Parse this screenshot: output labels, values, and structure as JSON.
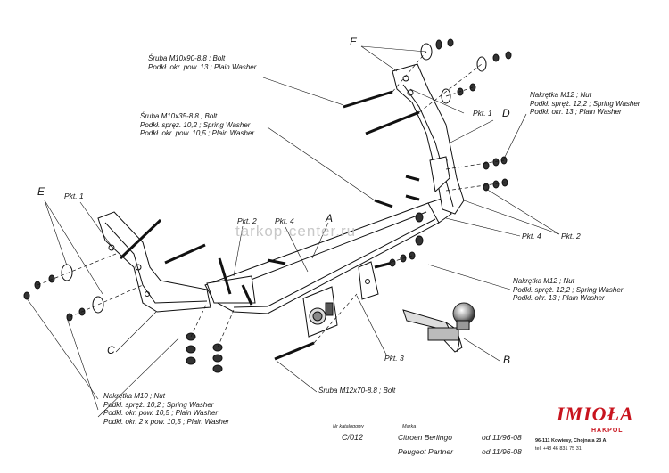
{
  "labels": {
    "bolt_m10x90": [
      "Śruba M10x90-8.8 ; Bolt",
      "Podkł. okr. pow. 13 ; Plain Washer"
    ],
    "bolt_m10x35": [
      "Śruba M10x35-8.8 ; Bolt",
      "Podkł. spręż. 10,2 ; Spring Washer",
      "Podkł. okr. pow. 10,5 ; Plain Washer"
    ],
    "nut_m12_top": [
      "Nakrętka M12 ; Nut",
      "Podkł. spręż. 12,2 ; Spring Washer",
      "Podkł. okr. 13 ; Plain Washer"
    ],
    "nut_m12_right": [
      "Nakrętka  M12 ; Nut",
      "Podkł. spręż. 12,2 ; Spring Washer",
      "Podkł. okr. 13 ; Plain Washer"
    ],
    "nut_m10": [
      "Nakrętka M10 ; Nut",
      "Podkł. spręż. 10,2 ; Spring Washer",
      "Podkł. okr. pow. 10,5 ; Plain Washer",
      "Podkł. okr. 2 x pow. 10,5 ; Plain Washer"
    ],
    "bolt_m12x70": "Śruba M12x70-8.8 ; Bolt"
  },
  "tags": {
    "a": "A",
    "b": "B",
    "c": "C",
    "d": "D",
    "e_top": "E",
    "e_left": "E"
  },
  "pkt": {
    "p1_top": "Pkt. 1",
    "p1_left": "Pkt. 1",
    "p2_mid": "Pkt. 2",
    "p2_right": "Pkt. 2",
    "p3": "Pkt. 3",
    "p4_mid": "Pkt. 4",
    "p4_right": "Pkt. 4"
  },
  "watermark": "tarkop-center.ru",
  "footer": {
    "catalog_label": "Nr katalogowy",
    "catalog_no": "C/012",
    "make_label": "Marka",
    "car1": "Citroen Berlingo",
    "car2": "Peugeot Partner",
    "date1": "od 11/96-08",
    "date2": "od 11/96-08"
  },
  "brand": {
    "logo": "IMIOŁA",
    "sub": "HAKPOL",
    "address": "96-111 Kowiesy, Chojnata 23 A",
    "phone": "tel. +48 46 831 75 31"
  },
  "colors": {
    "logo": "#c8141e",
    "line": "#111111"
  }
}
